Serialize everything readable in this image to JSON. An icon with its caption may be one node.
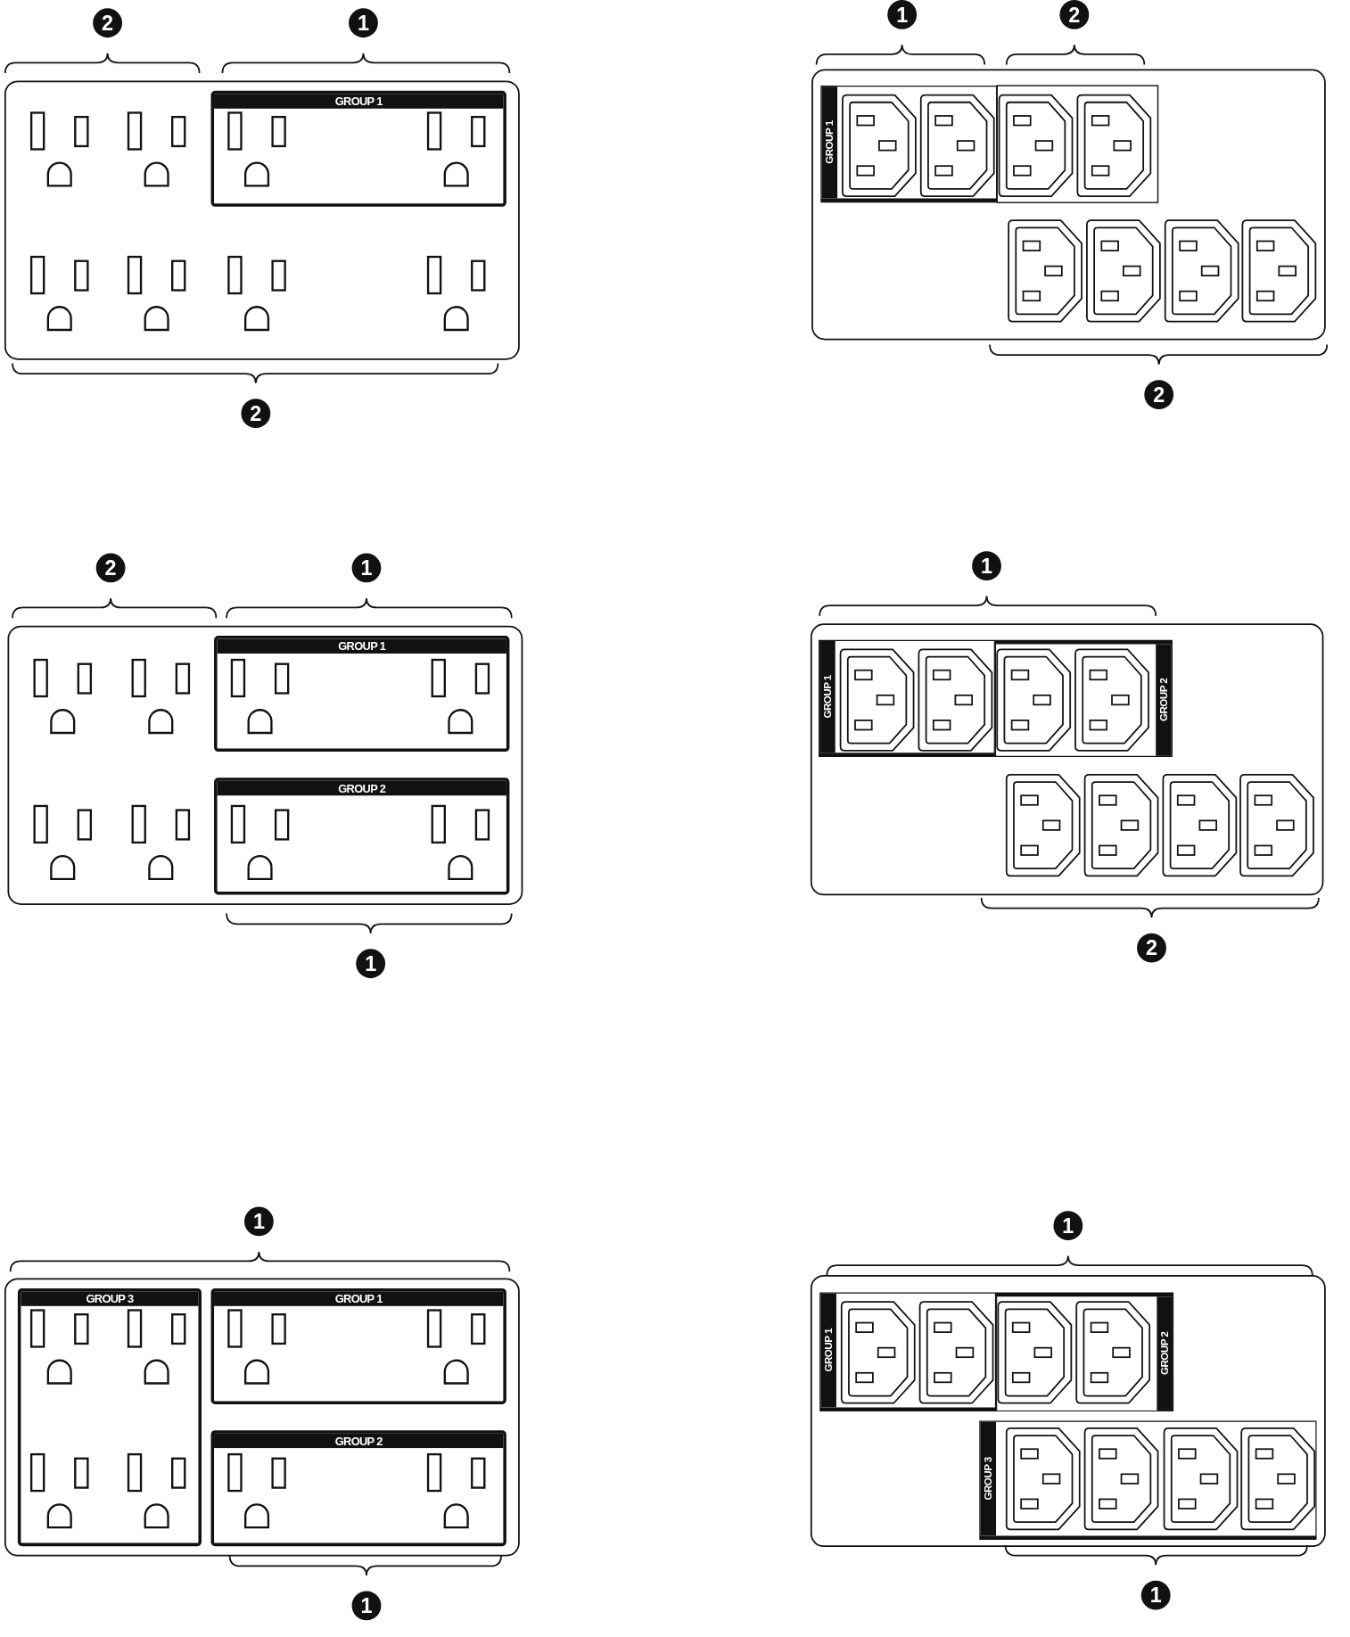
{
  "diagram": {
    "nodes": [
      {
        "text": [
          "GROUP 1"
        ]
      },
      {
        "text": [
          "GROUP 1"
        ]
      },
      {
        "text": [
          "GROUP 1"
        ]
      },
      {
        "text": [
          "GROUP 2"
        ]
      },
      {
        "text": [
          "GROUP 1"
        ]
      },
      {
        "text": [
          "GROUP 2"
        ]
      },
      {
        "text": [
          "GROUP 3"
        ]
      },
      {
        "text": [
          "GROUP 1"
        ]
      },
      {
        "text": [
          "GROUP 2"
        ]
      },
      {
        "text": [
          "GROUP 1"
        ]
      },
      {
        "text": [
          "GROUP 2"
        ]
      },
      {
        "text": [
          "GROUP 3"
        ]
      }
    ],
    "labels": [
      "2",
      "1",
      "2",
      "1",
      "2",
      "2",
      "2",
      "1",
      "1",
      "1",
      "2",
      "1",
      "1",
      "1",
      "1"
    ]
  }
}
